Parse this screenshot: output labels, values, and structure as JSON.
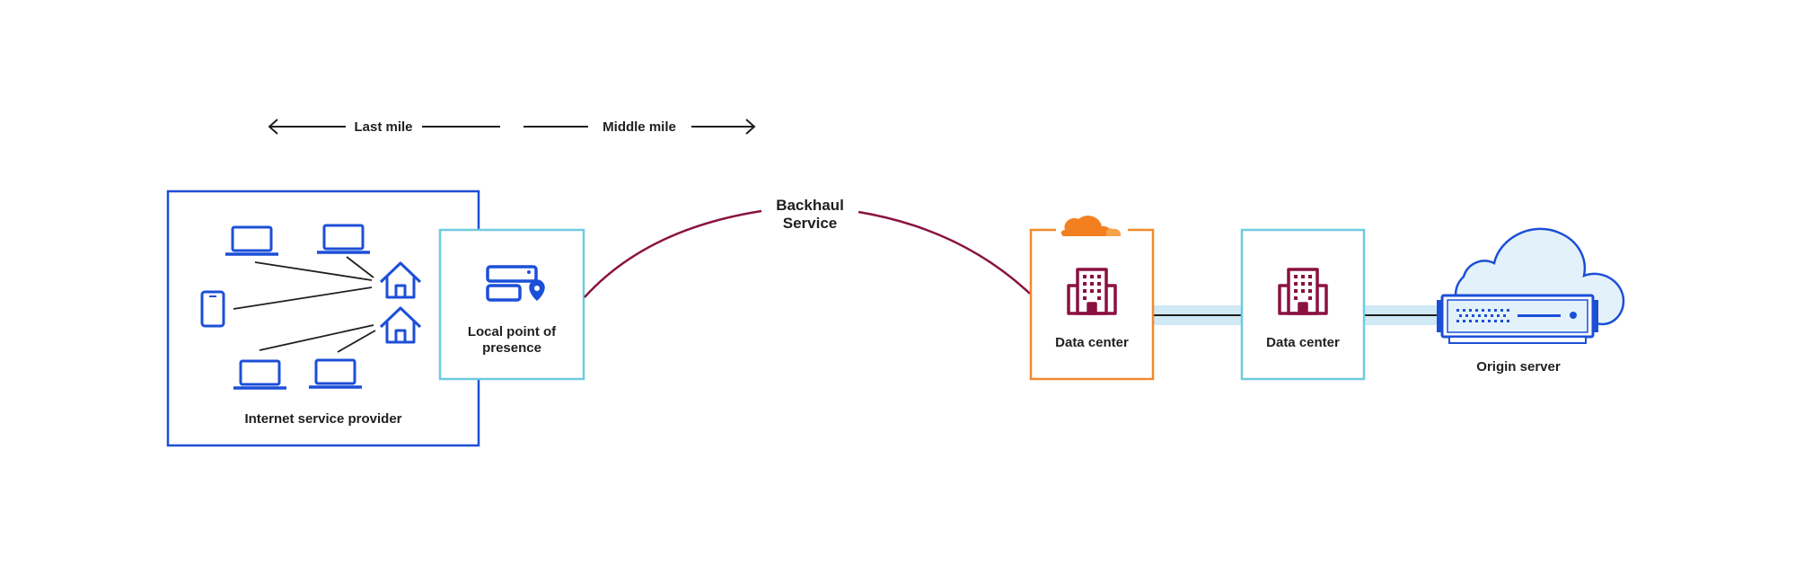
{
  "arrows": {
    "last_mile": "Last mile",
    "middle_mile": "Middle mile"
  },
  "nodes": {
    "isp": "Internet service provider",
    "pop_line1": "Local point of",
    "pop_line2": "presence",
    "backhaul_line1": "Backhaul",
    "backhaul_line2": "Service",
    "datacenter_1": "Data center",
    "datacenter_2": "Data center",
    "origin": "Origin server"
  },
  "colors": {
    "isp_border": "#1c4fd8",
    "icon_blue": "#1c4fd8",
    "pop_border": "#6fcbe0",
    "backhaul_curve": "#8a1140",
    "datacenter_1_border": "#f08a2c",
    "datacenter_2_border": "#6fcbe0",
    "building": "#8a1140",
    "cloudflare_logo": "#f38020",
    "link_band": "#cfe9f5",
    "origin_cloud_fill": "#e3f2fa"
  },
  "icons": {
    "devices": [
      "laptop-icon",
      "laptop-icon",
      "phone-icon",
      "laptop-icon",
      "laptop-icon"
    ],
    "houses": [
      "house-icon",
      "house-icon"
    ],
    "pop": "server-location-icon",
    "datacenter": "building-icon",
    "logo": "cloudflare-logo-icon",
    "origin": "server-rack-icon"
  }
}
